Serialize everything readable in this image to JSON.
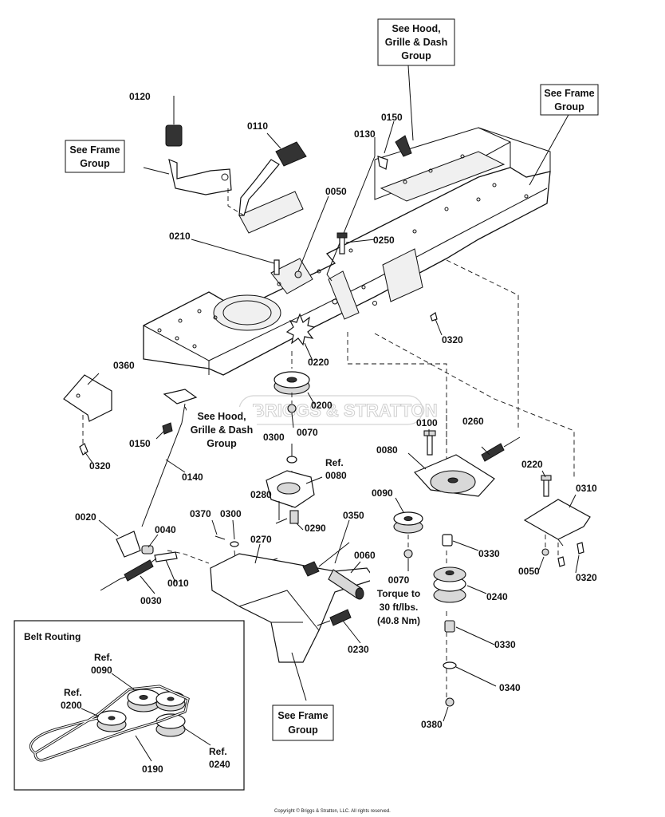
{
  "callouts": {
    "c0120": "0120",
    "c0110": "0110",
    "c0130": "0130",
    "c0150a": "0150",
    "c0050a": "0050",
    "c0210": "0210",
    "c0250": "0250",
    "c0320a": "0320",
    "c0220a": "0220",
    "c0200": "0200",
    "c0070a": "0070",
    "c0360": "0360",
    "c0320b": "0320",
    "c0150b": "0150",
    "c0140": "0140",
    "c0300a": "0300",
    "c0080ref": "0080",
    "c0280": "0280",
    "c0290": "0290",
    "c0370": "0370",
    "c0300b": "0300",
    "c0350": "0350",
    "c0270": "0270",
    "c0020": "0020",
    "c0040": "0040",
    "c0010": "0010",
    "c0030": "0030",
    "c0060": "0060",
    "c0230": "0230",
    "c0100": "0100",
    "c0260": "0260",
    "c0080": "0080",
    "c0090": "0090",
    "c0070b": "0070",
    "c0330a": "0330",
    "c0240": "0240",
    "c0330b": "0330",
    "c0340": "0340",
    "c0380": "0380",
    "c0220b": "0220",
    "c0310": "0310",
    "c0050b": "0050",
    "c0320c": "0320"
  },
  "ref_word": "Ref.",
  "torque": {
    "line1": "0070",
    "line2": "Torque to",
    "line3": "30 ft/lbs.",
    "line4": "(40.8 Nm)"
  },
  "boxes": {
    "hood_top": {
      "line1": "See Hood,",
      "line2": "Grille & Dash",
      "line3": "Group"
    },
    "frame_right": {
      "line1": "See Frame",
      "line2": "Group"
    },
    "frame_left": {
      "line1": "See Frame",
      "line2": "Group"
    },
    "hood_mid": {
      "line1": "See Hood,",
      "line2": "Grille & Dash",
      "line3": "Group"
    },
    "frame_bottom": {
      "line1": "See Frame",
      "line2": "Group"
    }
  },
  "belt_routing": {
    "title": "Belt Routing",
    "ref_0090": "0090",
    "ref_0200": "0200",
    "ref_0240": "0240",
    "belt": "0190"
  },
  "watermark": "BRIGGS & STRATTON",
  "copyright": "Copyright © Briggs & Stratton, LLC. All rights reserved."
}
